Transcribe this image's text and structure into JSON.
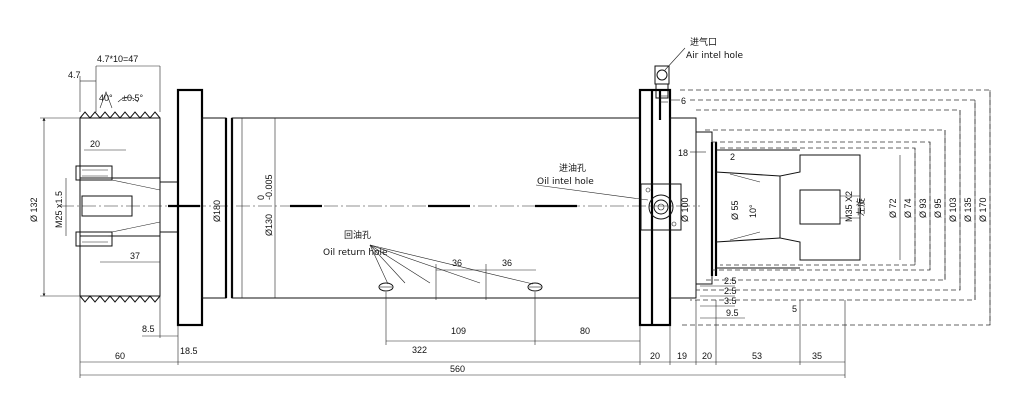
{
  "labels": {
    "air_cn": "进气口",
    "air_en": "Air intel hole",
    "oil_in_cn": "进油孔",
    "oil_in_en": "Oil intel hole",
    "oil_ret_cn": "回油孔",
    "oil_ret_en": "Oil return hole",
    "left_hand": "左旋"
  },
  "dims": {
    "thread_pitch": "4.7*10=47",
    "pitch_47": "4.7",
    "angle_40": "40°",
    "tol_angle": "±0.5°",
    "d20": "20",
    "d37": "37",
    "dia132": "Ø 132",
    "m25": "M25 x1.5",
    "dia180": "Ø180",
    "dia130": "Ø130",
    "tol_0": "0",
    "tol_005": "-0.005",
    "d8_5": "8.5",
    "d18_5": "18.5",
    "d60": "60",
    "d322": "322",
    "d109": "109",
    "d80": "80",
    "d36a": "36",
    "d36b": "36",
    "d560": "560",
    "d20b": "20",
    "d19": "19",
    "d20c": "20",
    "d53": "53",
    "d35": "35",
    "d6": "6",
    "d18": "18",
    "d2": "2",
    "dia100": "Ø 100",
    "dia55": "Ø 55",
    "angle10": "10°",
    "m35": "M35 X2",
    "dia72": "Ø 72",
    "dia74": "Ø 74",
    "dia93": "Ø 93",
    "dia95": "Ø 95",
    "dia103": "Ø 103",
    "dia135": "Ø 135",
    "dia170": "Ø 170",
    "d2_5a": "2.5",
    "d2_5b": "2.5",
    "d3_5": "3.5",
    "d9_5": "9.5",
    "d5": "5"
  }
}
